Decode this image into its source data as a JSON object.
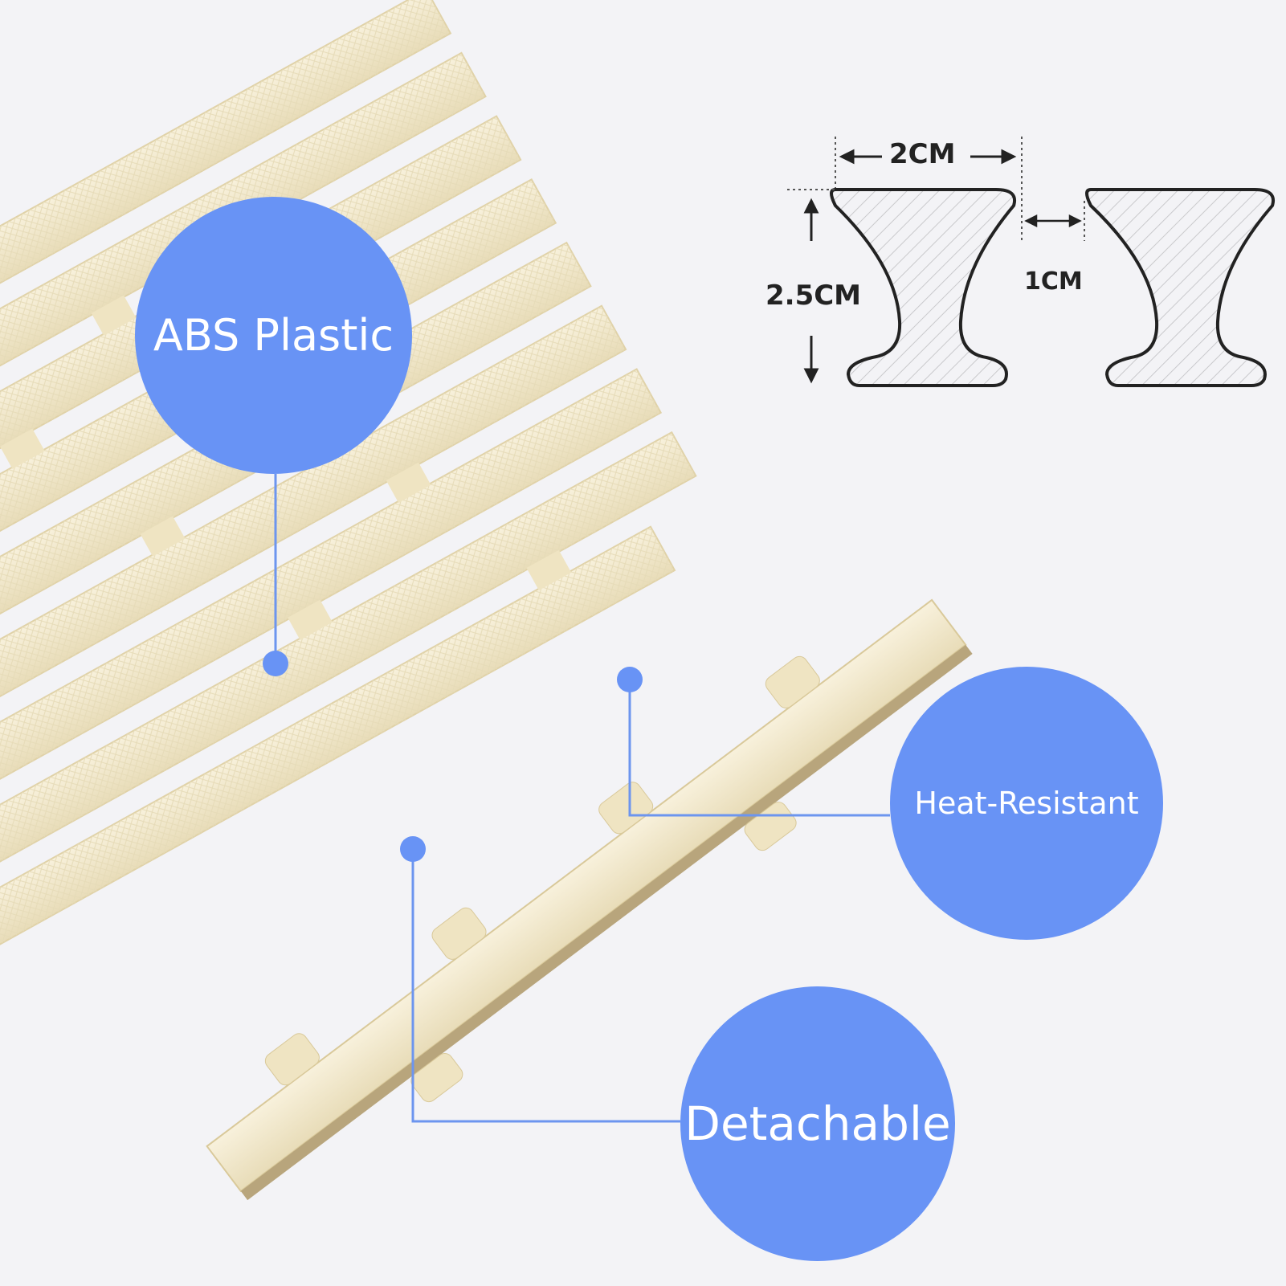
{
  "callouts": {
    "abs": "ABS Plastic",
    "heat": "Heat-Resistant",
    "detachable": "Detachable"
  },
  "dimensions": {
    "width": "2CM",
    "height": "2.5CM",
    "gap": "1CM"
  },
  "colors": {
    "bubble": "#6893f5",
    "leader_line": "#6c95ef",
    "grate": "#f4ecd2",
    "background": "#f3f3f6"
  }
}
